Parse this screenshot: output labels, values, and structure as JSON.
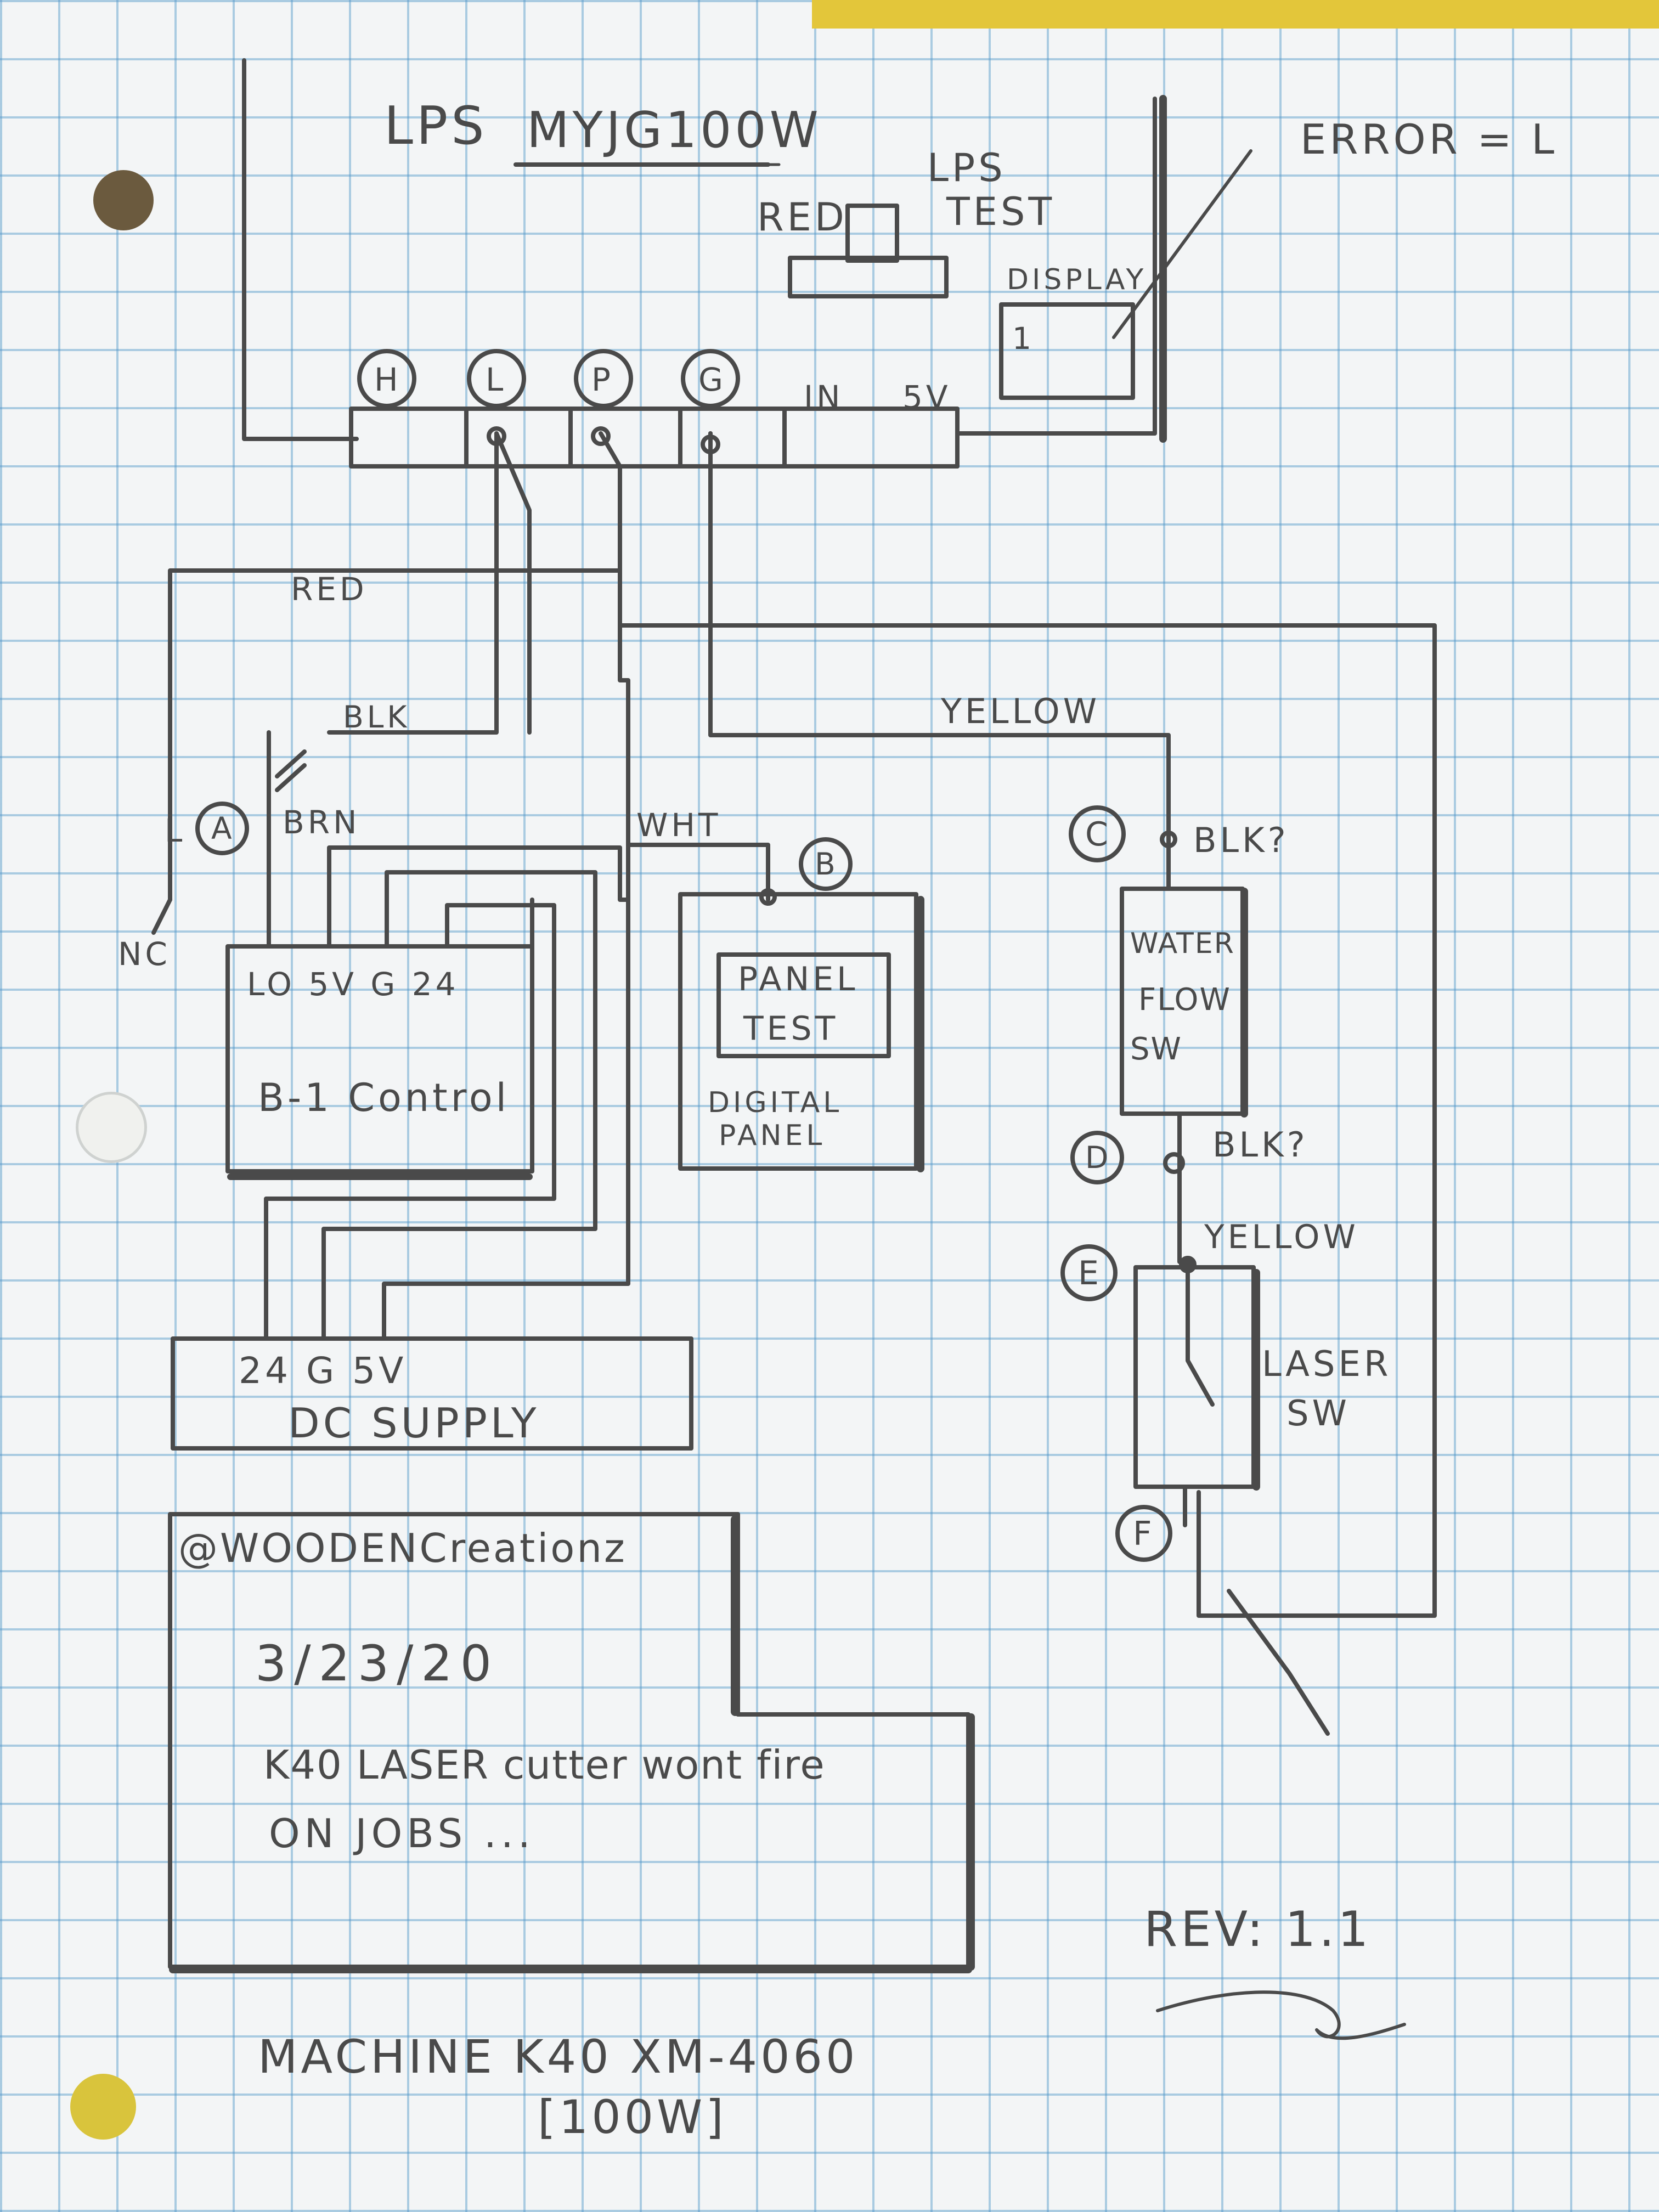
{
  "title": {
    "lps": "LPS",
    "model": "MYJG100W"
  },
  "lps_test": {
    "red": "RED",
    "label_1": "LPS",
    "label_2": "TEST"
  },
  "display": {
    "label": "DISPLAY",
    "value": "1"
  },
  "error_note": "ERROR = L",
  "terminals": [
    {
      "label": "H"
    },
    {
      "label": "L"
    },
    {
      "label": "P"
    },
    {
      "label": "G"
    }
  ],
  "lps_pins": {
    "in": "IN",
    "fivev": "5V"
  },
  "wires": {
    "red": "RED",
    "blk": "BLK",
    "brn": "BRN",
    "wht": "WHT",
    "yellow_top": "YELLOW",
    "l": "L",
    "nc": "NC",
    "blk_c": "BLK?",
    "blk_d": "BLK?",
    "yellow_e": "YELLOW"
  },
  "points": {
    "a": "A",
    "b": "B",
    "c": "C",
    "d": "D",
    "e": "E",
    "f": "F"
  },
  "b1_control": {
    "pins": "LO 5V G 24",
    "name": "B-1 Control"
  },
  "digital_panel": {
    "test_1": "PANEL",
    "test_2": "TEST",
    "name_1": "DIGITAL",
    "name_2": "PANEL"
  },
  "water_flow": {
    "line1": "WATER",
    "line2": "FLOW",
    "line3": "SW"
  },
  "laser_sw": {
    "line1": "LASER",
    "line2": "SW"
  },
  "dc_supply": {
    "pins": "24 G 5V",
    "name": "DC SUPPLY"
  },
  "notes": {
    "handle": "@WOODENCreationz",
    "date": "3/23/20",
    "line1": "K40 LASER cutter wont fire",
    "line2": "ON JOBS ..."
  },
  "revision": "REV: 1.1",
  "machine": {
    "line1": "MACHINE K40 XM-4060",
    "line2": "[100W]"
  }
}
